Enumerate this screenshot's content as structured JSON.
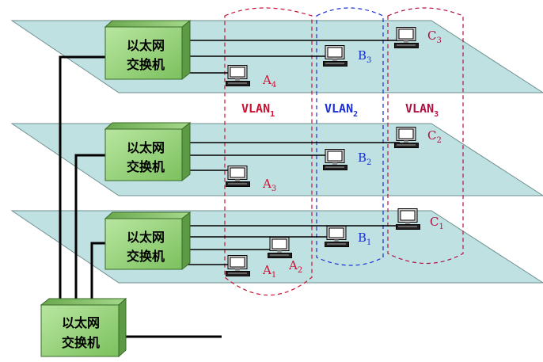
{
  "switch_text": {
    "line1": "以太网",
    "line2": "交换机"
  },
  "nodes": {
    "A1": {
      "letter": "A",
      "sub": "1"
    },
    "A2": {
      "letter": "A",
      "sub": "2"
    },
    "A3": {
      "letter": "A",
      "sub": "3"
    },
    "A4": {
      "letter": "A",
      "sub": "4"
    },
    "B1": {
      "letter": "B",
      "sub": "1"
    },
    "B2": {
      "letter": "B",
      "sub": "2"
    },
    "B3": {
      "letter": "B",
      "sub": "3"
    },
    "C1": {
      "letter": "C",
      "sub": "1"
    },
    "C2": {
      "letter": "C",
      "sub": "2"
    },
    "C3": {
      "letter": "C",
      "sub": "3"
    }
  },
  "vlans": {
    "v1": {
      "label": "VLAN",
      "sub": "1"
    },
    "v2": {
      "label": "VLAN",
      "sub": "2"
    },
    "v3": {
      "label": "VLAN",
      "sub": "3"
    }
  },
  "colors": {
    "plane": "#bfe1e1",
    "switch_face": "#8fcf72",
    "vlan1": "#cc1133",
    "vlan2": "#1a2fd6",
    "vlan3": "#b01040"
  },
  "icons": {
    "switch": "switch-box-icon",
    "host": "computer-icon"
  }
}
